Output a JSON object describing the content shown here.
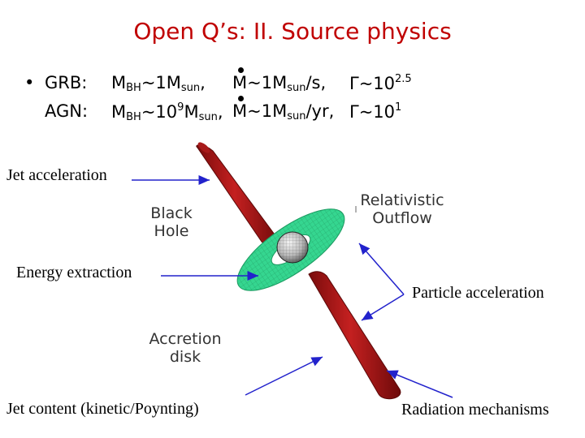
{
  "title": "Open Q’s: II. Source physics",
  "bullet": "•",
  "grb": {
    "label": "GRB:",
    "mbh": "M",
    "mbh_sub": "BH",
    "mbh_val": "~1M",
    "sun1": "sun",
    "sep": ",",
    "mdot": "M",
    "mdot_val": "~1M",
    "sun2": "sun",
    "rate": "/s,",
    "gamma": "Γ",
    "gamma_val": "~10",
    "gamma_exp": "2.5"
  },
  "agn": {
    "label": "AGN:",
    "mbh": "M",
    "mbh_sub": "BH",
    "mbh_val": "~10",
    "mbh_exp": "9",
    "mbh_m": "M",
    "sun1": "sun",
    "sep": ",",
    "mdot": "M",
    "mdot_val": "~1M",
    "sun2": "sun",
    "rate": "/yr,",
    "gamma": "Γ",
    "gamma_val": "~10",
    "gamma_exp": "1"
  },
  "labels": {
    "jet_acceleration": "Jet acceleration",
    "energy_extraction": "Energy extraction",
    "particle_acceleration": "Particle acceleration",
    "jet_content": "Jet content (kinetic/Poynting)",
    "radiation_mechanisms": "Radiation mechanisms"
  },
  "figure_labels": {
    "black_hole_1": "Black",
    "black_hole_2": "Hole",
    "relativistic_1": "Relativistic",
    "relativistic_2": "Outflow",
    "accretion_1": "Accretion",
    "accretion_2": "disk"
  },
  "colors": {
    "title": "#c00000",
    "jet": "#b01818",
    "disk": "#2fd08a",
    "arrow": "#2222cc"
  }
}
